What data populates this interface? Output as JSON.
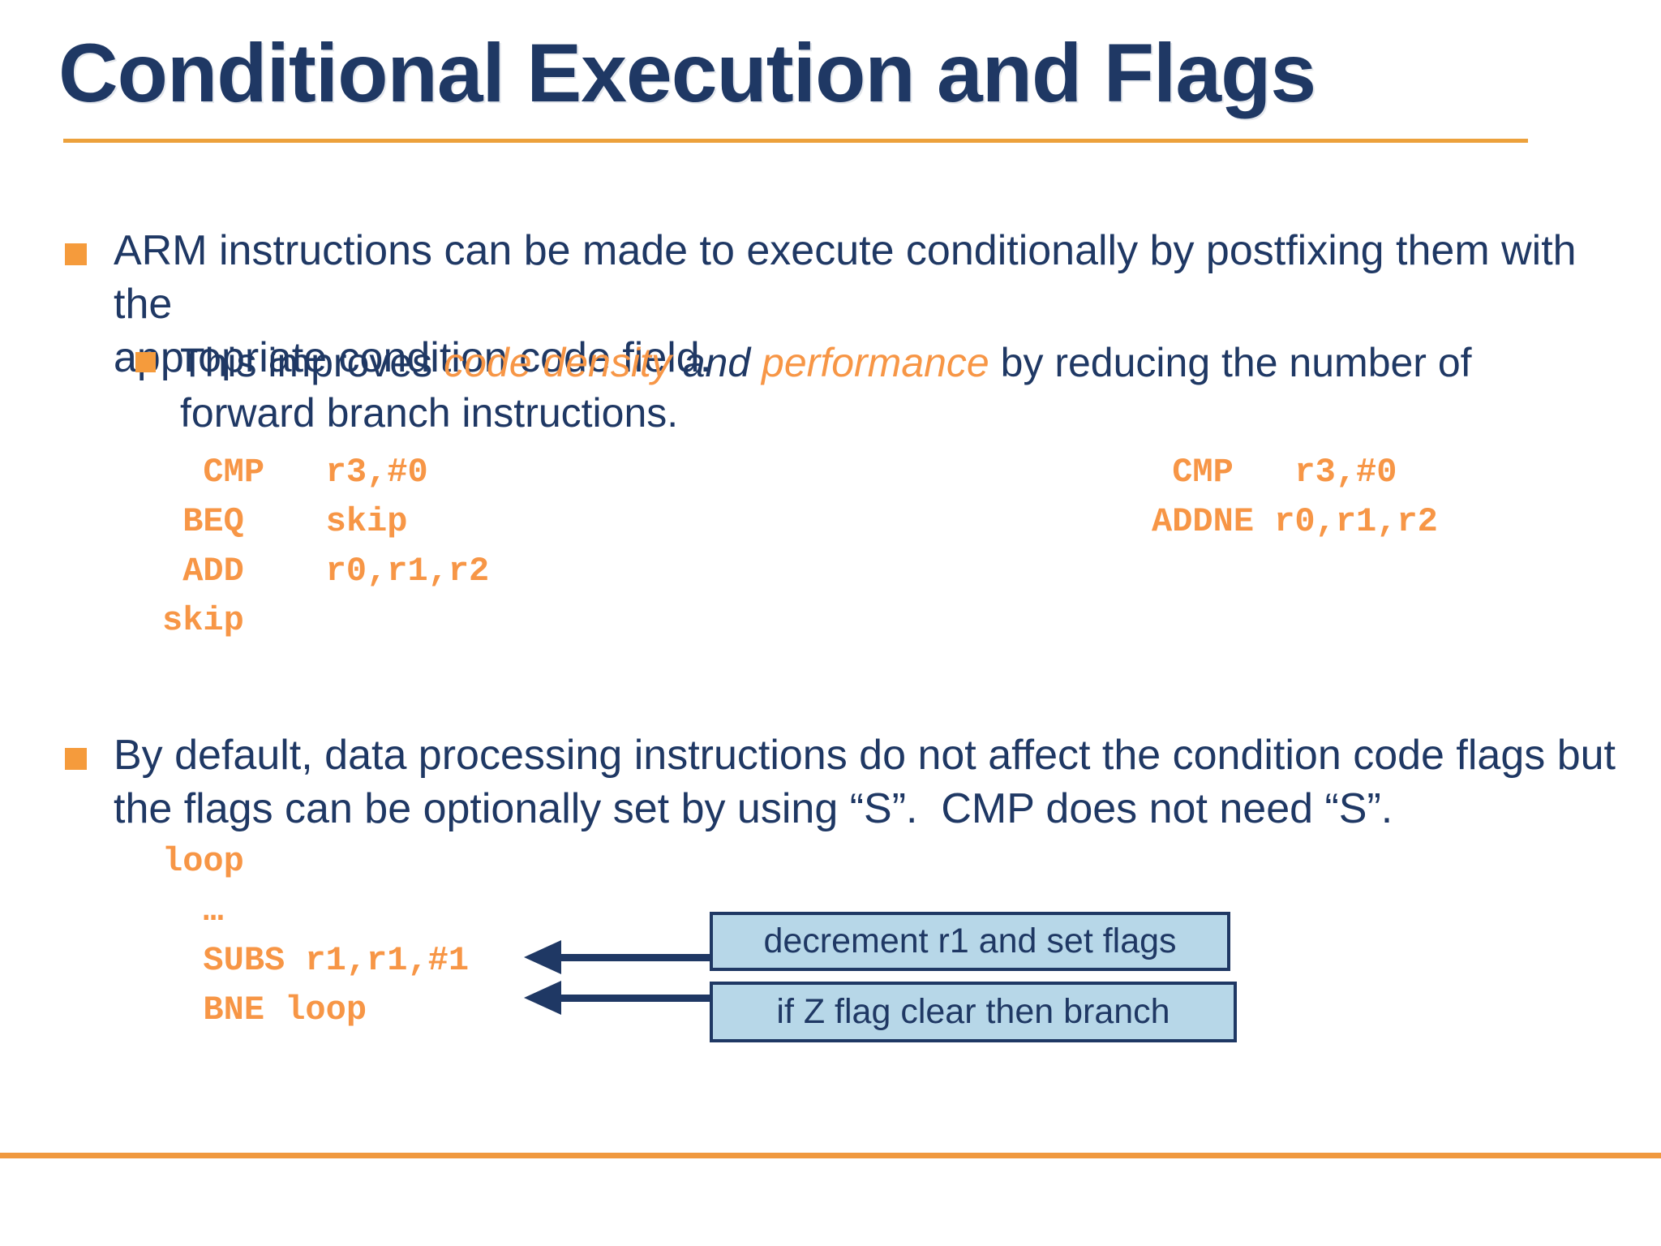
{
  "slide": {
    "title": "Conditional Execution and Flags",
    "colors": {
      "navy_text": "#1F3864",
      "orange_accent": "#F59B3C",
      "orange_rule": "#ECA13C",
      "code_orange": "#F79646",
      "callout_fill": "#B7D7E8"
    },
    "bullet1": {
      "text": "ARM instructions can be made to execute conditionally by postfixing them with the\nappropriate condition code field."
    },
    "sub_bullet": {
      "prefix": "This improves ",
      "em1": "code density",
      "mid": " and ",
      "em2": "performance",
      "suffix": " by reducing the number of\nforward branch instructions."
    },
    "code_left": "  CMP   r3,#0\n BEQ    skip\n ADD    r0,r1,r2\nskip",
    "code_right": " CMP   r3,#0\nADDNE r0,r1,r2",
    "bullet2": {
      "text": "By default, data processing instructions do not affect the condition code flags but\nthe flags can be optionally set by using “S”.  CMP does not need “S”."
    },
    "code_loop": "loop\n  …\n  SUBS r1,r1,#1\n  BNE loop",
    "callouts": [
      {
        "label": "decrement r1 and set flags"
      },
      {
        "label": "if Z flag clear then branch"
      }
    ]
  }
}
